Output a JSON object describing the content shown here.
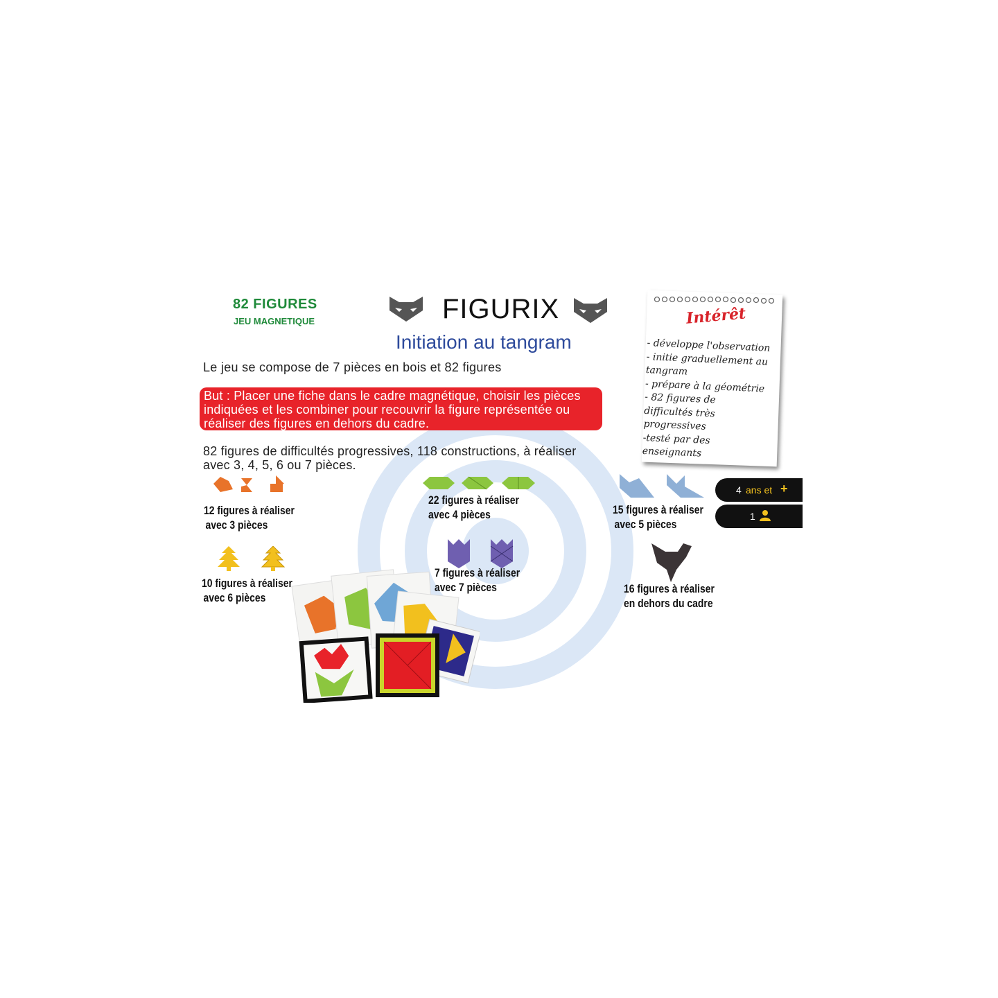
{
  "brand": {
    "count_label": "82 FIGURES",
    "type_label": "JEU MAGNETIQUE"
  },
  "header": {
    "title": "FIGURIX",
    "subtitle": "Initiation au tangram"
  },
  "intro": "Le jeu se compose de 7 pièces en bois et 82 figures",
  "goal": "But : Placer une fiche dans le cadre magnétique, choisir les pièces indiquées et les combiner pour recouvrir la figure représentée ou réaliser des figures en dehors du cadre.",
  "summary": "82 figures de difficultés progressives, 118 constructions, à réaliser avec 3, 4, 5, 6 ou 7 pièces.",
  "figure_groups": [
    {
      "line1": "12 figures à réaliser",
      "line2": "avec 3 pièces",
      "color": "#e8732a"
    },
    {
      "line1": "22 figures à réaliser",
      "line2": "avec 4 pièces",
      "color": "#8cc63f"
    },
    {
      "line1": "15 figures à réaliser",
      "line2": "avec 5 pièces",
      "color": "#8fb0d6"
    },
    {
      "line1": "10 figures à réaliser",
      "line2": "avec 6 pièces",
      "color": "#f2c01e"
    },
    {
      "line1": "7 figures à réaliser",
      "line2": "avec 7 pièces",
      "color": "#6f5fb0"
    },
    {
      "line1": "16 figures à réaliser",
      "line2": "en dehors du cadre",
      "color": "#3b3436"
    }
  ],
  "interest": {
    "title": "Intérêt",
    "items": [
      "- développe l'observation",
      "- initie graduellement au",
      "tangram",
      "- prépare à la géométrie",
      "- 82 figures de",
      "difficultés très",
      "progressives",
      "-testé par des",
      "enseignants"
    ]
  },
  "badges": {
    "age_number": "4",
    "age_text": "ans et",
    "age_plus": "+",
    "players": "1"
  },
  "colors": {
    "green": "#1f8a3a",
    "blue": "#2e4b9c",
    "red": "#e8232a",
    "target": "#dbe7f6"
  },
  "icons": [
    "cat-mask-icon",
    "tangram-figure-icon",
    "player-icon",
    "spiral-rings-icon"
  ]
}
